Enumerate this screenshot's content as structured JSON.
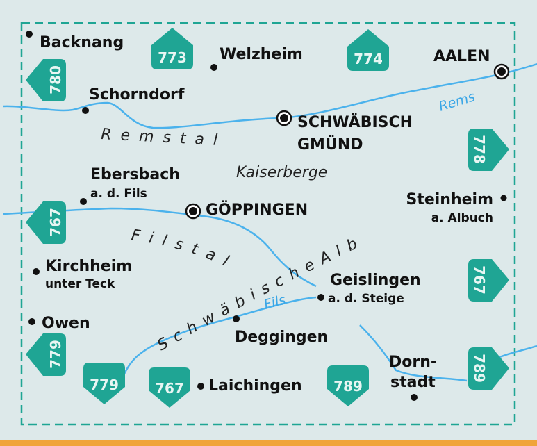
{
  "colors": {
    "background": "#dde9ea",
    "badge": "#1fa594",
    "border": "#1fa594",
    "river": "#4bb2ec",
    "bottom_strip": "#f0a43a"
  },
  "adjacent_sheets": {
    "top_773": "773",
    "top_774": "774",
    "left_780": "780",
    "left_767": "767",
    "left_779": "779",
    "right_778": "778",
    "right_767": "767",
    "right_789": "789",
    "bottom_779": "779",
    "bottom_767": "767",
    "bottom_789": "789"
  },
  "towns": {
    "backnang": "Backnang",
    "welzheim": "Welzheim",
    "aalen": "AALEN",
    "schorndorf": "Schorndorf",
    "gmuend_1": "SCHWÄBISCH",
    "gmuend_2": "GMÜND",
    "ebersbach": "Ebersbach",
    "ebersbach_sub": "a. d. Fils",
    "goeppingen": "GÖPPINGEN",
    "steinheim": "Steinheim",
    "steinheim_sub": "a. Albuch",
    "kirchheim": "Kirchheim",
    "kirchheim_sub": "unter Teck",
    "owen": "Owen",
    "geislingen": "Geislingen",
    "geislingen_sub": "a. d. Steige",
    "deggingen": "Deggingen",
    "laichingen": "Laichingen",
    "dornstadt_1": "Dorn-",
    "dornstadt_2": "stadt"
  },
  "areas": {
    "remstal": "R e m s t a l",
    "kaiserberge": "Kaiserberge",
    "filstal": "F i l s t a l",
    "alb": "S c h w ä b i s c h e  A l b"
  },
  "rivers": {
    "rems": "Rems",
    "fils": "Fils"
  }
}
